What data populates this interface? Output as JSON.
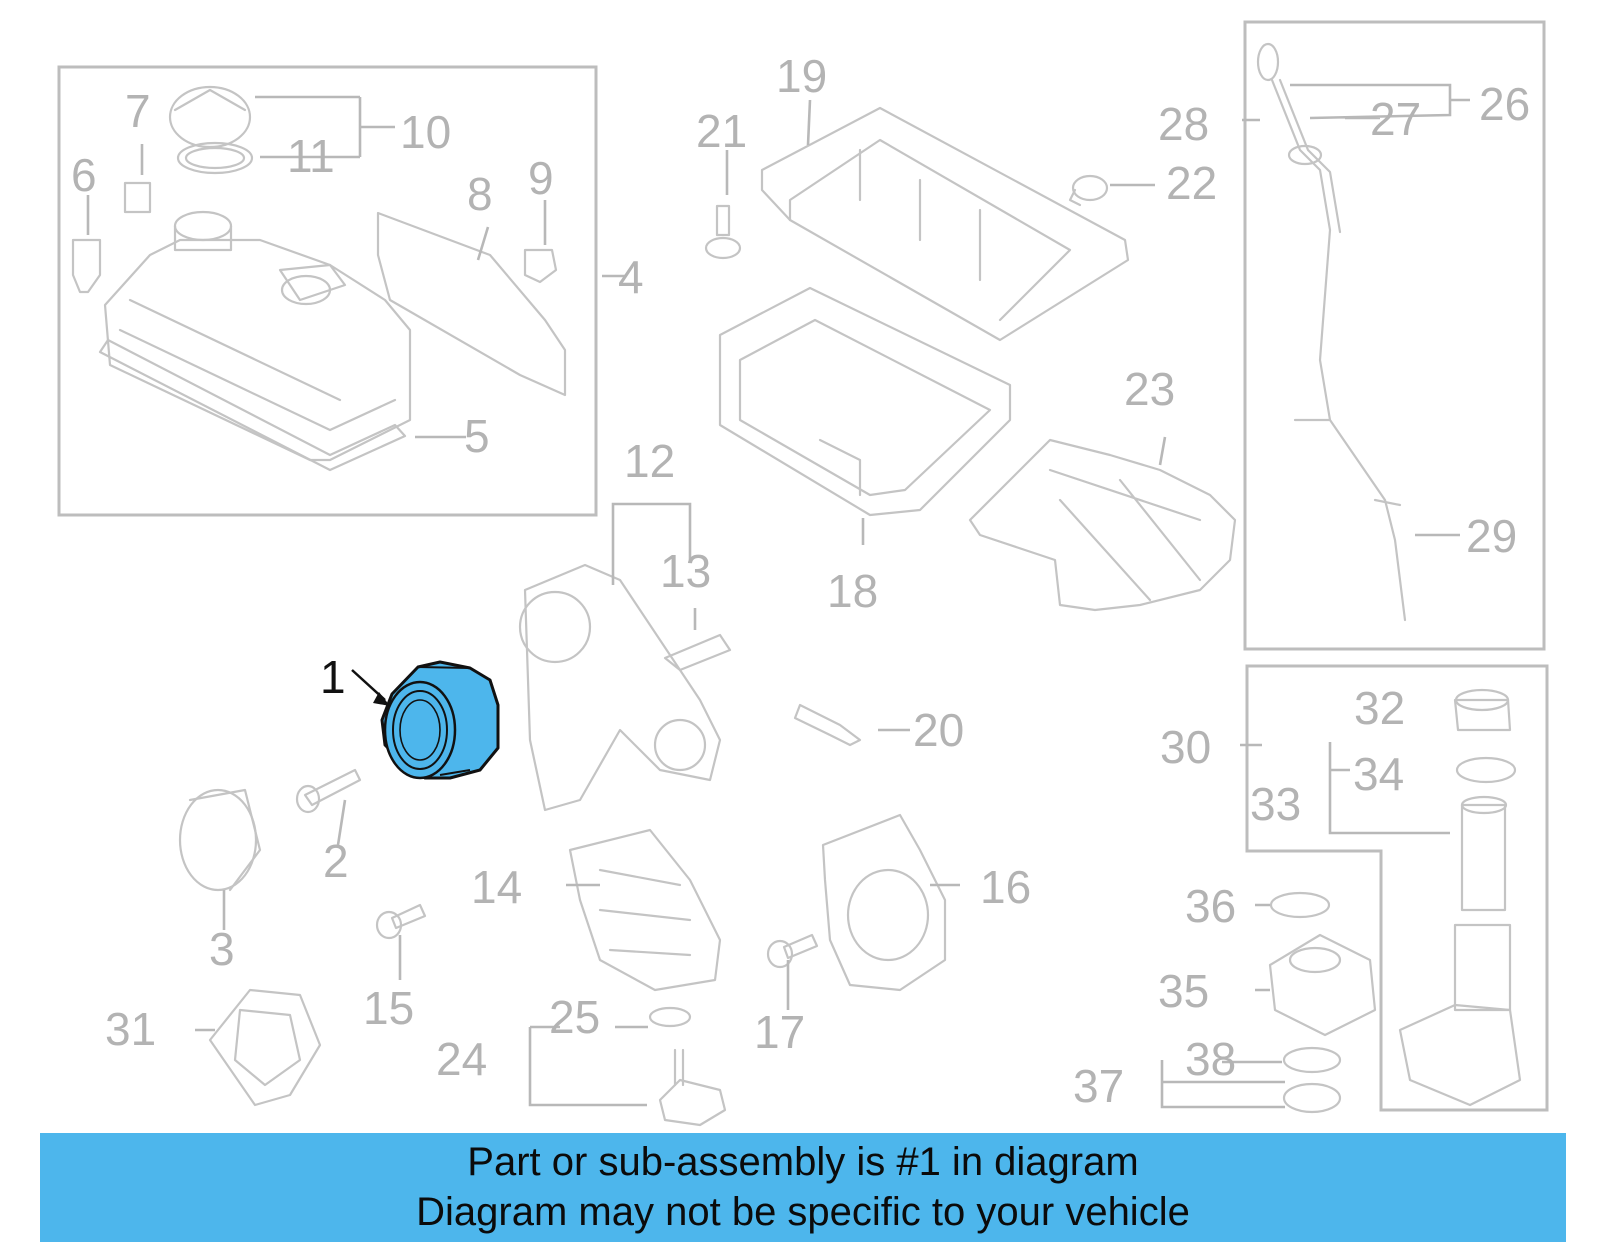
{
  "highlight_color": "#4db6ec",
  "callouts": {
    "c1": "1",
    "c2": "2",
    "c3": "3",
    "c4": "4",
    "c5": "5",
    "c6": "6",
    "c7": "7",
    "c8": "8",
    "c9": "9",
    "c10": "10",
    "c11": "11",
    "c12": "12",
    "c13": "13",
    "c14": "14",
    "c15": "15",
    "c16": "16",
    "c17": "17",
    "c18": "18",
    "c19": "19",
    "c20": "20",
    "c21": "21",
    "c22": "22",
    "c23": "23",
    "c24": "24",
    "c25": "25",
    "c26": "26",
    "c27": "27",
    "c28": "28",
    "c29": "29",
    "c30": "30",
    "c31": "31",
    "c32": "32",
    "c33": "33",
    "c34": "34",
    "c35": "35",
    "c36": "36",
    "c37": "37",
    "c38": "38"
  },
  "banner": {
    "line1": "Part or sub-assembly is #1 in diagram",
    "line2": "Diagram may not be specific to your vehicle"
  }
}
